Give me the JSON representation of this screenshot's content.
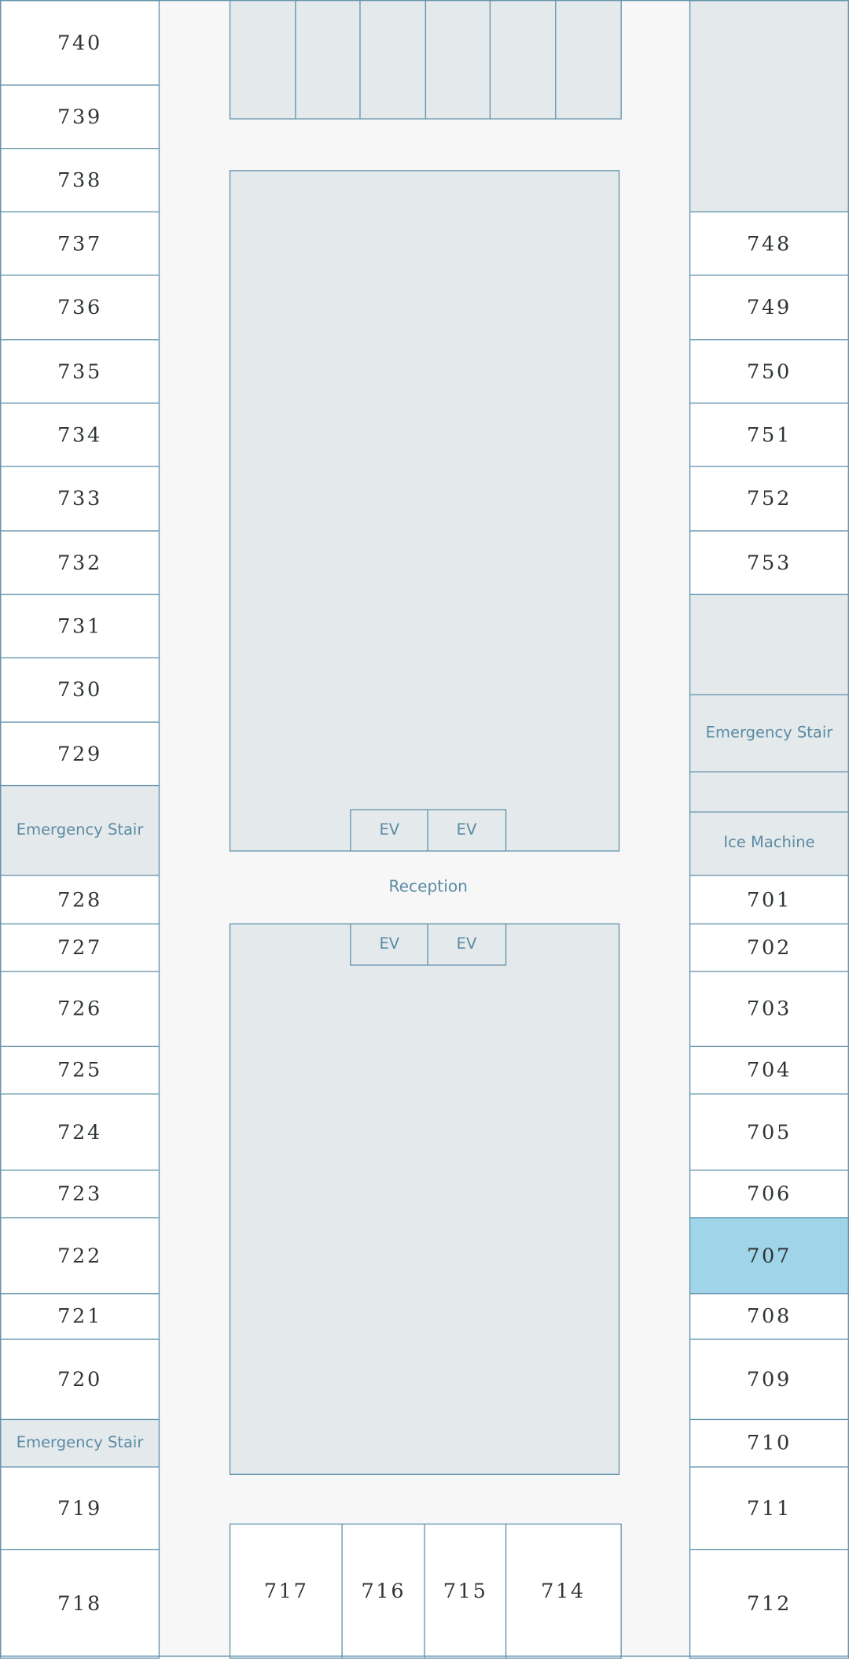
{
  "left_column": [
    "740",
    "739",
    "738",
    "737",
    "736",
    "735",
    "734",
    "733",
    "732",
    "731",
    "730",
    "729",
    "Emergency Stair",
    "728",
    "727",
    "726",
    "725",
    "724",
    "723",
    "722",
    "721",
    "720",
    "Emergency Stair",
    "719",
    "718"
  ],
  "right_column": [
    "",
    "748",
    "749",
    "750",
    "751",
    "752",
    "753",
    "",
    "Emergency Stair",
    "",
    "Ice Machine",
    "701",
    "702",
    "703",
    "704",
    "705",
    "706",
    "707",
    "708",
    "709",
    "710",
    "711",
    "712"
  ],
  "bottom_rooms": [
    "717",
    "716",
    "715",
    "714"
  ],
  "elevators": [
    "EV",
    "EV",
    "EV",
    "EV"
  ],
  "reception_label": "Reception",
  "selected_room": "707",
  "colors": {
    "border": "#6593ad",
    "room": "#ffffff",
    "service": "#e4eaeb",
    "corridor": "#f7f7f7",
    "selected": "#a0d4e8",
    "label": "#5b8aa5"
  }
}
